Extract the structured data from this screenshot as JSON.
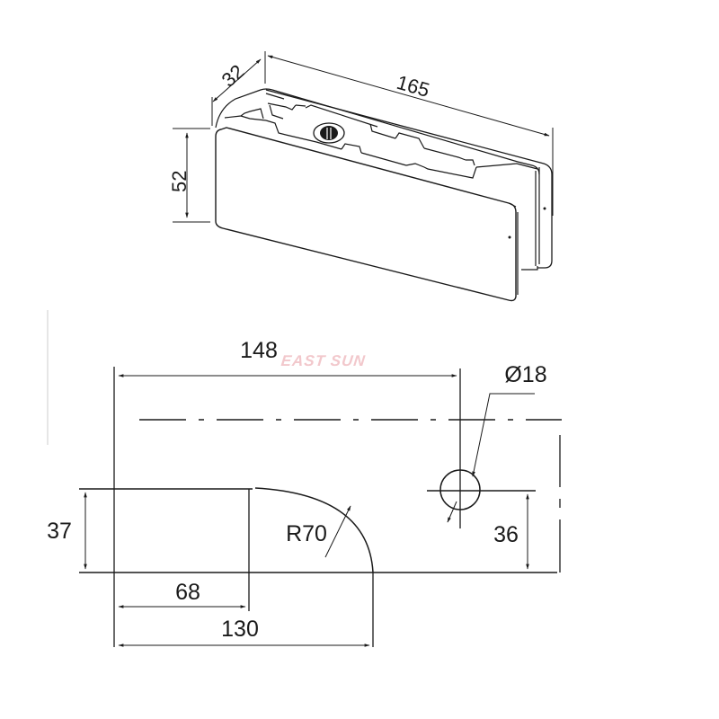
{
  "drawing": {
    "subject": "Glass door patch fitting (top/bottom clamp) technical drawing",
    "watermark": "EAST SUN",
    "colors": {
      "line": "#1a1a1a",
      "watermark": "#f2c8cc",
      "background": "#ffffff",
      "faint_edge": "#e6e6e6"
    }
  },
  "isometric_view": {
    "dimensions": {
      "depth": "32",
      "length": "165",
      "height": "52"
    }
  },
  "side_view": {
    "dimensions": {
      "pivot_distance": "148",
      "hole_diameter": "Ø18",
      "radius": "R70",
      "glass_height": "37",
      "hole_height": "36",
      "flat_length": "68",
      "overall_length": "130"
    }
  }
}
